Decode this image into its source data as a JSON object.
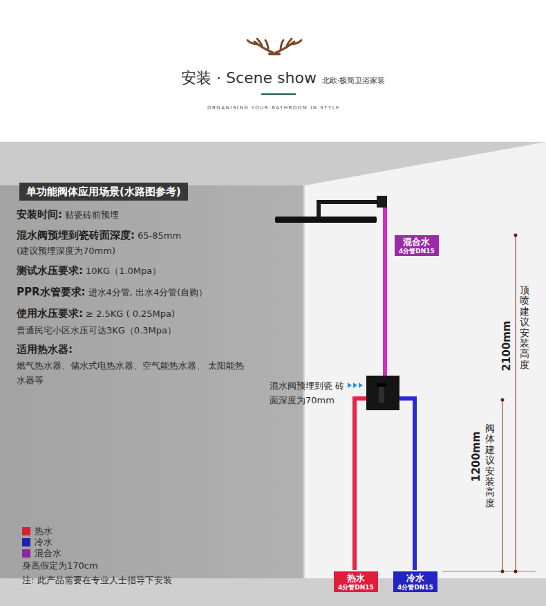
{
  "diagram": {
    "title": "安装 · Scene show",
    "nodes": [
      {
        "text": [
          "单功能阀体应用场景(水路图参考)"
        ]
      },
      {
        "text": [
          "混合水",
          "4分管DN15"
        ]
      },
      {
        "text": [
          "热水",
          "4分管DN15"
        ]
      },
      {
        "text": [
          "冷水",
          "4分管DN15"
        ]
      }
    ],
    "labels": [
      "北欧·极简卫浴家装",
      "ORGANISING YOUR BATHROOM IN STYLE",
      "安装时间:",
      "贴瓷砖前预埋",
      "混水阀预埋到瓷砖面深度:",
      "65-85mm",
      "(建议预埋深度为70mm)",
      "测试水压要求:",
      "10KG（1.0Mpa）",
      "PPR水管要求:",
      "进水4分管, 出水4分管(自购）",
      "使用水压要求:",
      "≥ 2.5KG ( 0.25Mpa)",
      "普通民宅小区水压可达3KG（0.3Mpa）",
      "适用热水器:",
      "燃气热水器、储水式电热水器、空气能热水器、 太阳能热水器等",
      "混水阀预埋到瓷 砖面深度为70mm",
      "2100mm",
      "顶喷建议安装高度",
      "1200mm",
      "阀体建议安装高度",
      "身高假定为170cm",
      "注: 此产品需要在专业人士指导下安装"
    ],
    "legend": [
      {
        "text": "热水",
        "color": "#d6213a"
      },
      {
        "text": "冷水",
        "color": "#2020b0"
      },
      {
        "text": "混合水",
        "color": "#8a2a9a"
      }
    ]
  }
}
